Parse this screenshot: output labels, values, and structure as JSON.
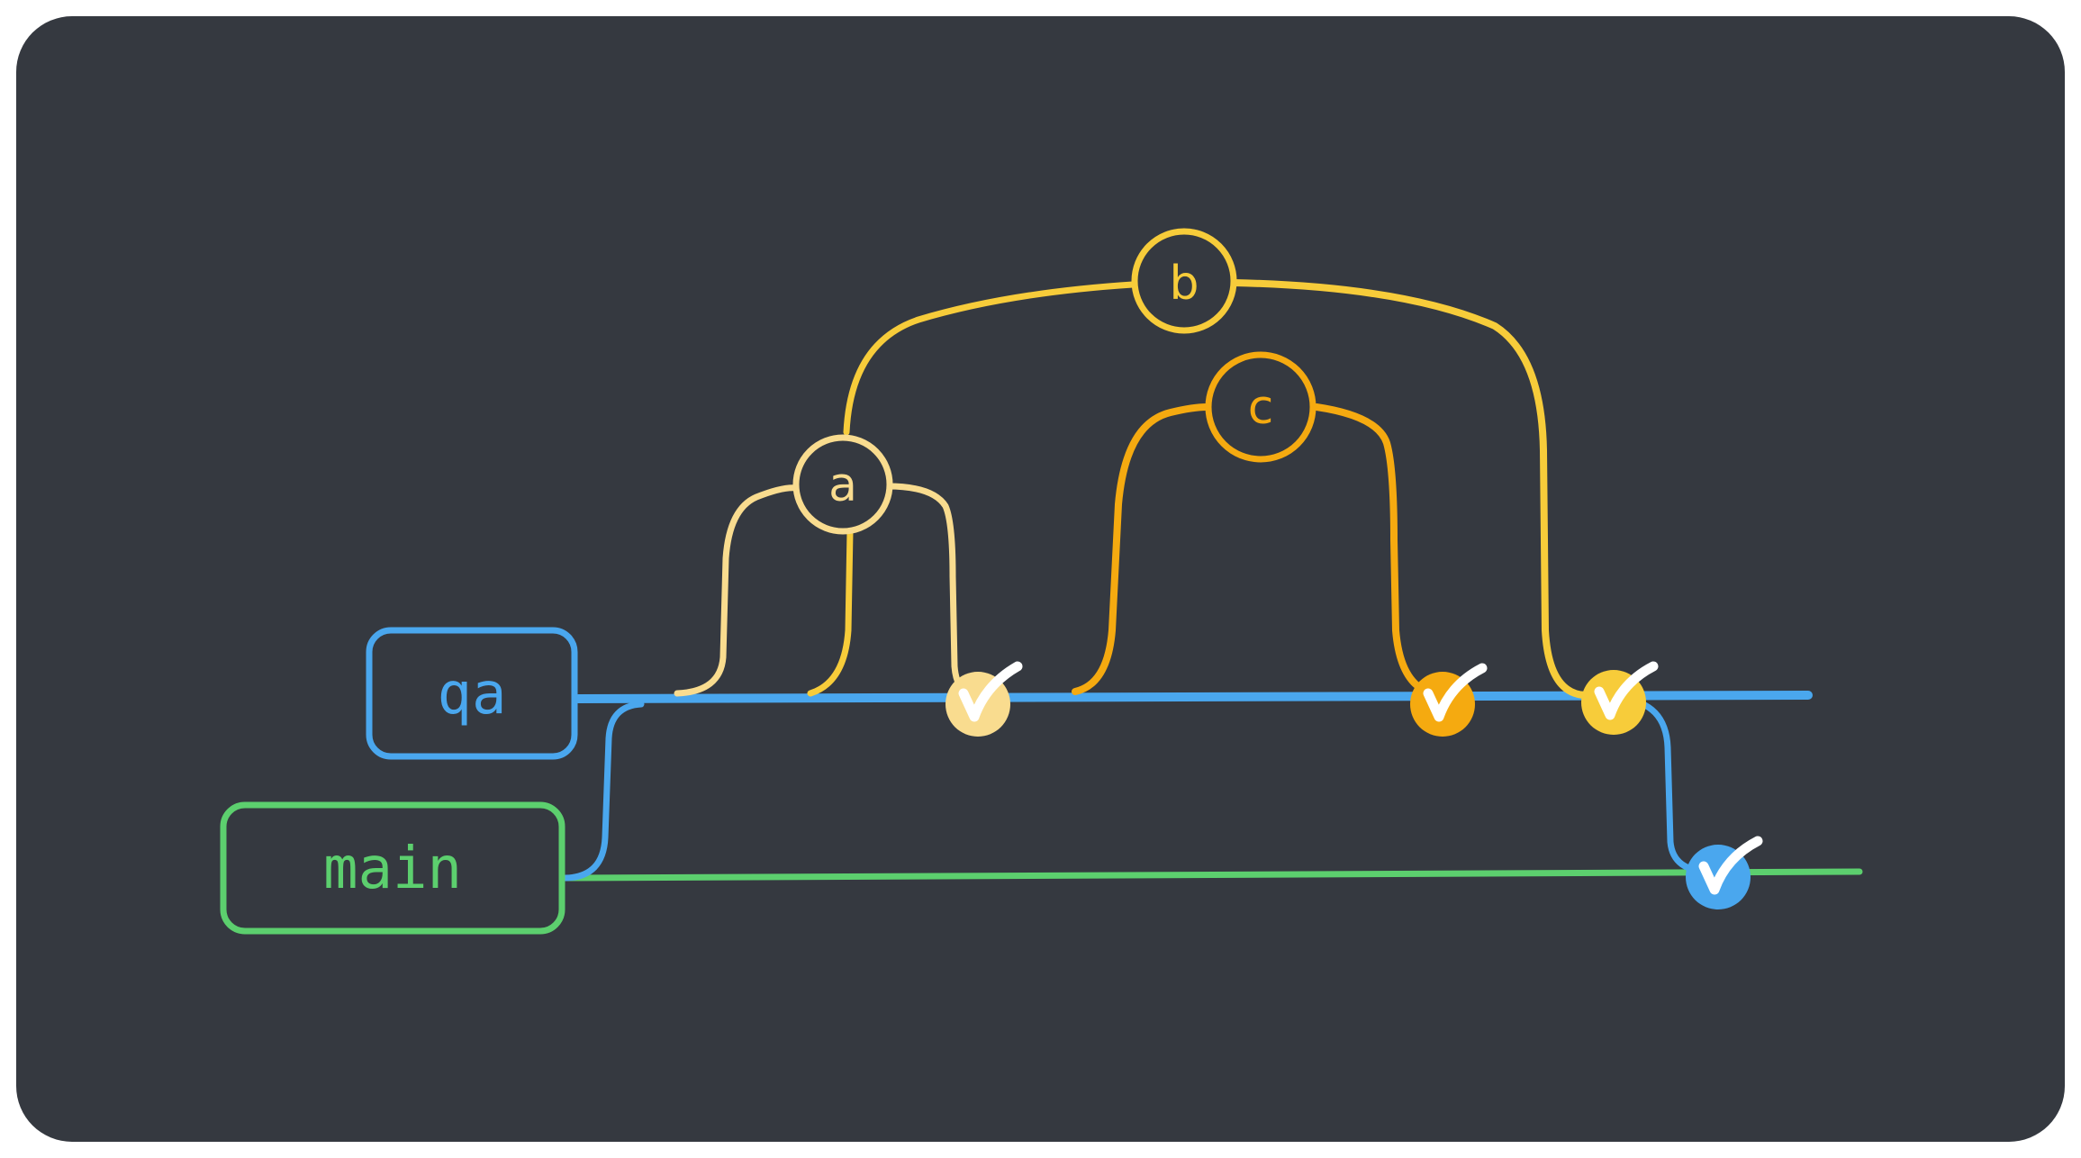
{
  "diagram": {
    "branches": [
      {
        "id": "qa",
        "label": "qa",
        "color": "#4aa7ee"
      },
      {
        "id": "main",
        "label": "main",
        "color": "#5ccf6e"
      }
    ],
    "features": [
      {
        "id": "a",
        "label": "a",
        "color": "#f9dc8f"
      },
      {
        "id": "b",
        "label": "b",
        "color": "#f7cc3a"
      },
      {
        "id": "c",
        "label": "c",
        "color": "#f5aa10"
      }
    ],
    "merge_markers": [
      {
        "feature": "a",
        "branch": "qa",
        "icon": "check-icon"
      },
      {
        "feature": "c",
        "branch": "qa",
        "icon": "check-icon"
      },
      {
        "feature": "b",
        "branch": "qa",
        "icon": "check-icon"
      },
      {
        "feature": "qa",
        "branch": "main",
        "icon": "check-icon"
      }
    ],
    "background": "#353940"
  }
}
